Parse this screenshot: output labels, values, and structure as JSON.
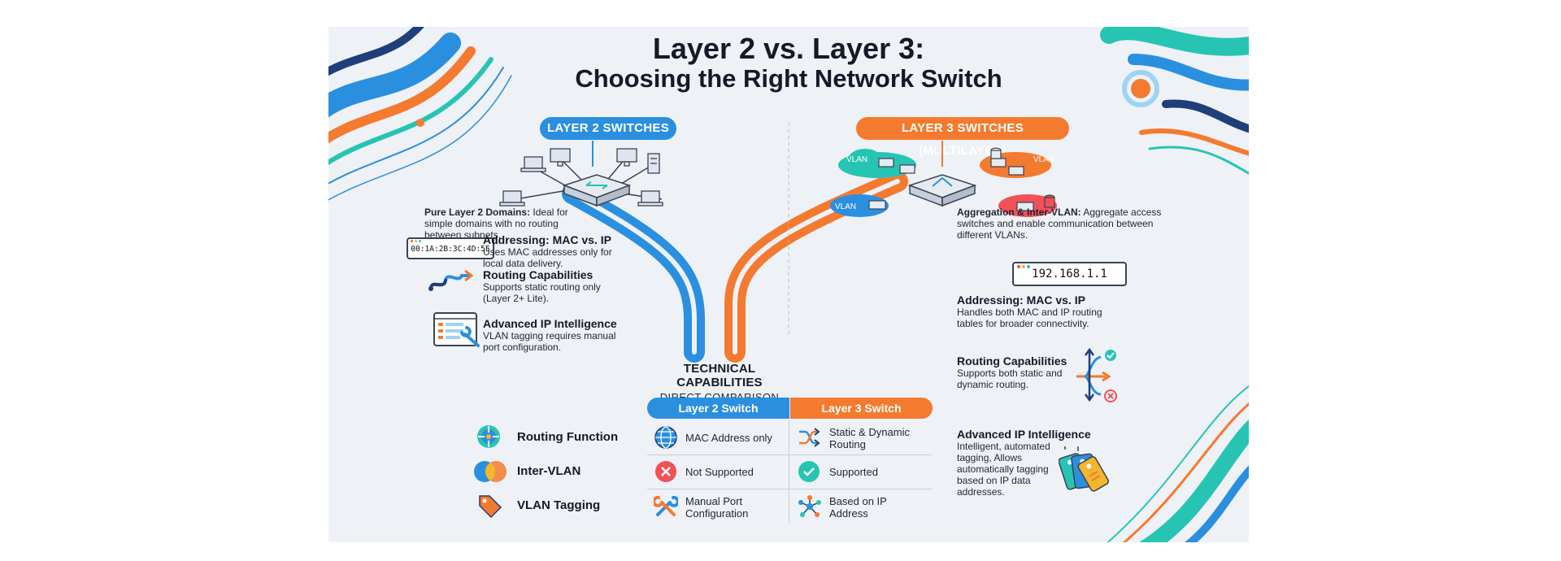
{
  "title": {
    "line1": "Layer 2 vs. Layer 3:",
    "line2": "Choosing the Right Network Switch"
  },
  "layer2": {
    "header": "LAYER 2 SWITCHES",
    "domains": {
      "title": "Pure Layer 2 Domains:",
      "body": " Ideal for simple domains with no routing between subnets."
    },
    "mac_example": "00:1A:2B:3C:4D:5E",
    "addressing": {
      "title": "Addressing: MAC vs. IP",
      "body": "Uses MAC addresses only for local data delivery."
    },
    "routing": {
      "title": "Routing Capabilities",
      "body": "Supports static routing only (Layer 2+ Lite)."
    },
    "intelligence": {
      "title": "Advanced IP Intelligence",
      "body": "VLAN tagging requires manual port configuration."
    }
  },
  "layer3": {
    "header": "LAYER 3 SWITCHES (MULTILAYER)",
    "vlan_labels": [
      "VLAN",
      "VLAN",
      "VLAN"
    ],
    "aggregation": {
      "title": "Aggregation & Inter-VLAN:",
      "body": " Aggregate access switches and enable communication between different VLANs."
    },
    "ip_example": "192.168.1.1",
    "addressing": {
      "title": "Addressing: MAC vs. IP",
      "body": "Handles both MAC and IP routing tables for broader connectivity."
    },
    "routing": {
      "title": "Routing Capabilities",
      "body": "Supports both static and dynamic routing."
    },
    "intelligence": {
      "title": "Advanced IP Intelligence",
      "body": "Intelligent, automated tagging, Allows automatically tagging based on IP data addresses."
    }
  },
  "comparison": {
    "title": "TECHNICAL CAPABILITIES",
    "subtitle": "DIRECT COMPARISON",
    "col_l2": "Layer 2 Switch",
    "col_l3": "Layer 3 Switch",
    "rows": [
      {
        "label": "Routing Function",
        "l2": "MAC Address only",
        "l3": "Static & Dynamic Routing"
      },
      {
        "label": "Inter-VLAN",
        "l2": "Not Supported",
        "l3": "Supported"
      },
      {
        "label": "VLAN Tagging",
        "l2": "Manual Port Configuration",
        "l3": "Based on IP Address"
      }
    ]
  },
  "colors": {
    "blue": "#2b8fe0",
    "orange": "#f47a2f",
    "teal": "#27c4b4",
    "navy": "#1e3f7a",
    "dark": "#141a28"
  },
  "icons": [
    "switch-icon",
    "laptop-icon",
    "monitor-icon",
    "server-icon",
    "cloud-icon",
    "route-icon",
    "settings-panel-icon",
    "branch-arrows-icon",
    "tags-icon",
    "crosshair-icon",
    "venn-icon",
    "tag-icon",
    "globe-icon",
    "x-circle-icon",
    "check-circle-icon",
    "wrench-icon",
    "shuffle-icon",
    "network-nodes-icon"
  ]
}
